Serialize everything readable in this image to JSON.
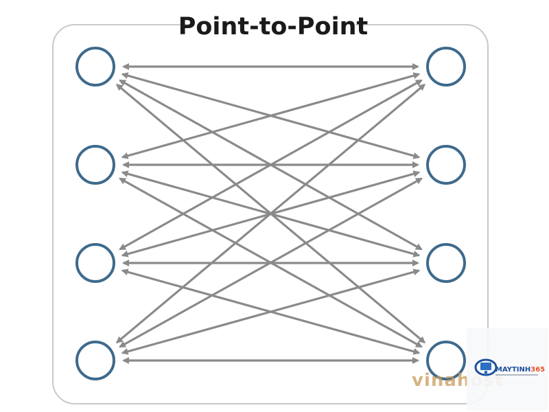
{
  "title": "Point-to-Point",
  "colors": {
    "node_stroke": "#3e6a8c",
    "arrow": "#8a8a8a",
    "frame": "#c9c9c9",
    "title": "#1a1a1a"
  },
  "nodes": {
    "left": [
      "node-left-1",
      "node-left-2",
      "node-left-3",
      "node-left-4"
    ],
    "right": [
      "node-right-1",
      "node-right-2",
      "node-right-3",
      "node-right-4"
    ]
  },
  "connections": [
    {
      "from": 0,
      "to": 0
    },
    {
      "from": 0,
      "to": 1
    },
    {
      "from": 0,
      "to": 2
    },
    {
      "from": 0,
      "to": 3
    },
    {
      "from": 1,
      "to": 0
    },
    {
      "from": 1,
      "to": 1
    },
    {
      "from": 1,
      "to": 2
    },
    {
      "from": 1,
      "to": 3
    },
    {
      "from": 2,
      "to": 0
    },
    {
      "from": 2,
      "to": 1
    },
    {
      "from": 2,
      "to": 2
    },
    {
      "from": 2,
      "to": 3
    },
    {
      "from": 3,
      "to": 0
    },
    {
      "from": 3,
      "to": 1
    },
    {
      "from": 3,
      "to": 2
    },
    {
      "from": 3,
      "to": 3
    }
  ],
  "watermark": {
    "text": "vinahost",
    "logo_brand_main": "MAYTINH",
    "logo_brand_accent": "365"
  }
}
